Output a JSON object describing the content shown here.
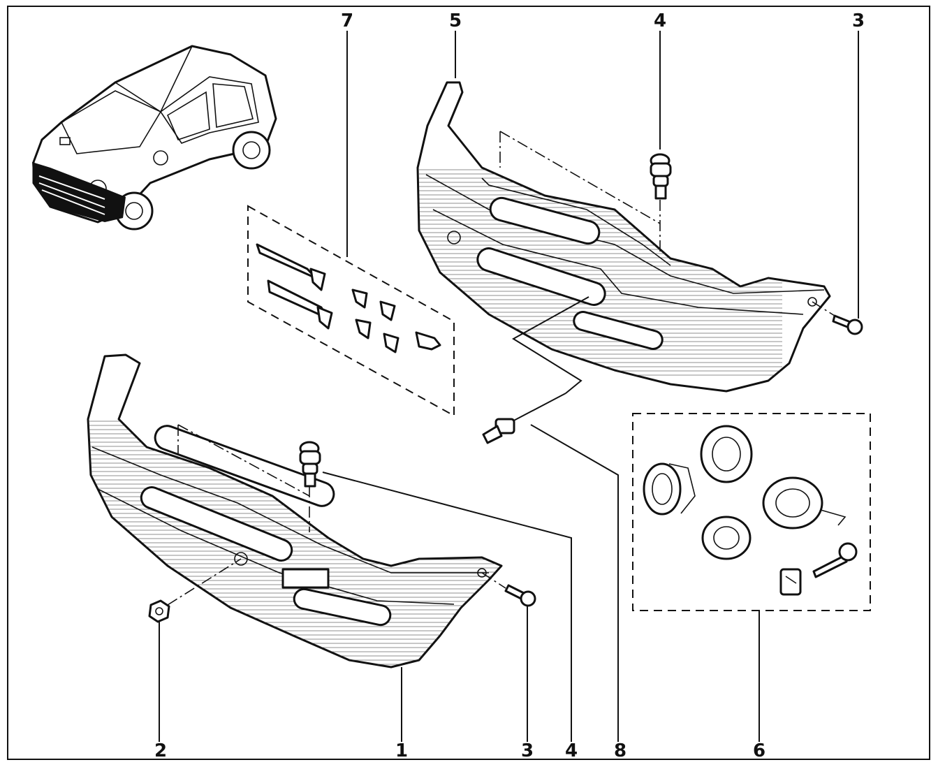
{
  "callouts": {
    "c1": "1",
    "c2": "2",
    "c3_front": "3",
    "c3_rear": "3",
    "c4_front": "4",
    "c4_rear": "4",
    "c5": "5",
    "c6": "6",
    "c7": "7",
    "c8": "8"
  },
  "colors": {
    "ink": "#111111",
    "paper": "#ffffff"
  }
}
